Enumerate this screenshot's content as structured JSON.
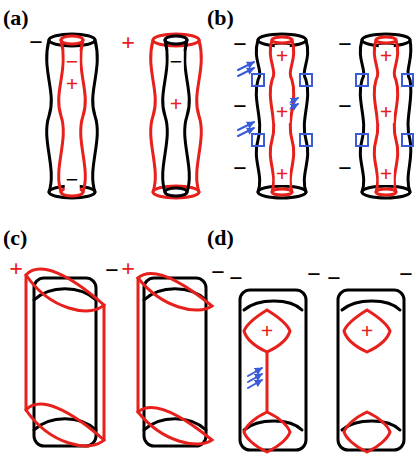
{
  "diagram": {
    "labels": [
      "(a)",
      "(b)",
      "(c)",
      "(d)",
      "−",
      "−",
      "+",
      "−",
      "+",
      "−",
      "+",
      "−",
      "+",
      "−",
      "+",
      "−",
      "+",
      "−",
      "+",
      "−",
      "+",
      "−",
      "+",
      "+",
      "−",
      "+",
      "−",
      "−",
      "−",
      "−",
      "−",
      "+",
      "+"
    ]
  }
}
